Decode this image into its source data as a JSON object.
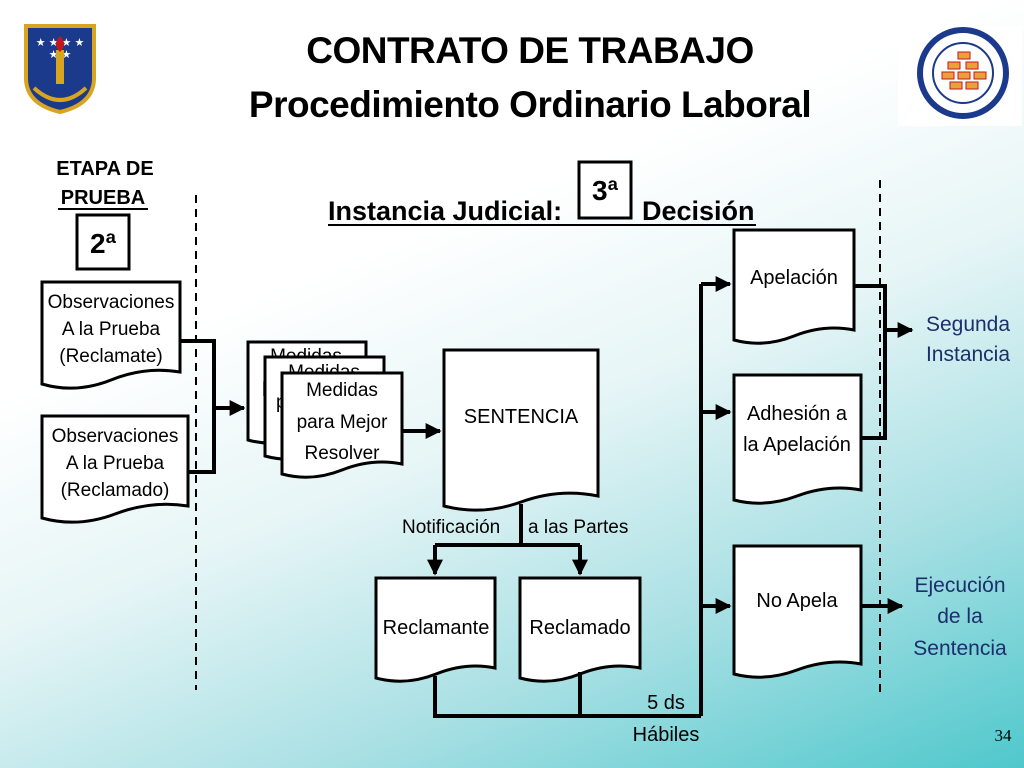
{
  "title_line1": "CONTRATO DE TRABAJO",
  "title_line2": "Procedimiento Ordinario Laboral",
  "etapa_line1": "ETAPA DE",
  "etapa_line2": "PRUEBA",
  "etapa_badge": "2ª",
  "instancia_label": "Instancia Judicial:",
  "instancia_badge": "3ª",
  "decision_label": "Decisión",
  "obs1": [
    "Observaciones",
    "A la Prueba",
    "(Reclamate)"
  ],
  "obs2": [
    "Observaciones",
    "A la Prueba",
    "(Reclamado)"
  ],
  "medidas_back1": [
    "Medidas",
    "p"
  ],
  "medidas_back2": [
    "Medidas",
    "p"
  ],
  "medidas_front": [
    "Medidas",
    "para Mejor",
    "Resolver"
  ],
  "sentencia": "SENTENCIA",
  "notificacion": "Notificación",
  "a_las_partes": "a las Partes",
  "reclamante": "Reclamante",
  "reclamado": "Reclamado",
  "plazo": [
    "5  ds",
    "Hábiles"
  ],
  "apelacion": "Apelación",
  "adhesion": [
    "Adhesión a",
    "la Apelación"
  ],
  "no_apela": "No Apela",
  "segunda_instancia": [
    "Segunda",
    "Instancia"
  ],
  "ejecucion": [
    "Ejecución",
    "de la",
    "Sentencia"
  ],
  "page_number": "34",
  "colors": {
    "accent_text": "#1b2f6b",
    "logo_blue": "#1b3a8c",
    "logo_gold": "#d9a521",
    "logo_red": "#c4161c"
  }
}
